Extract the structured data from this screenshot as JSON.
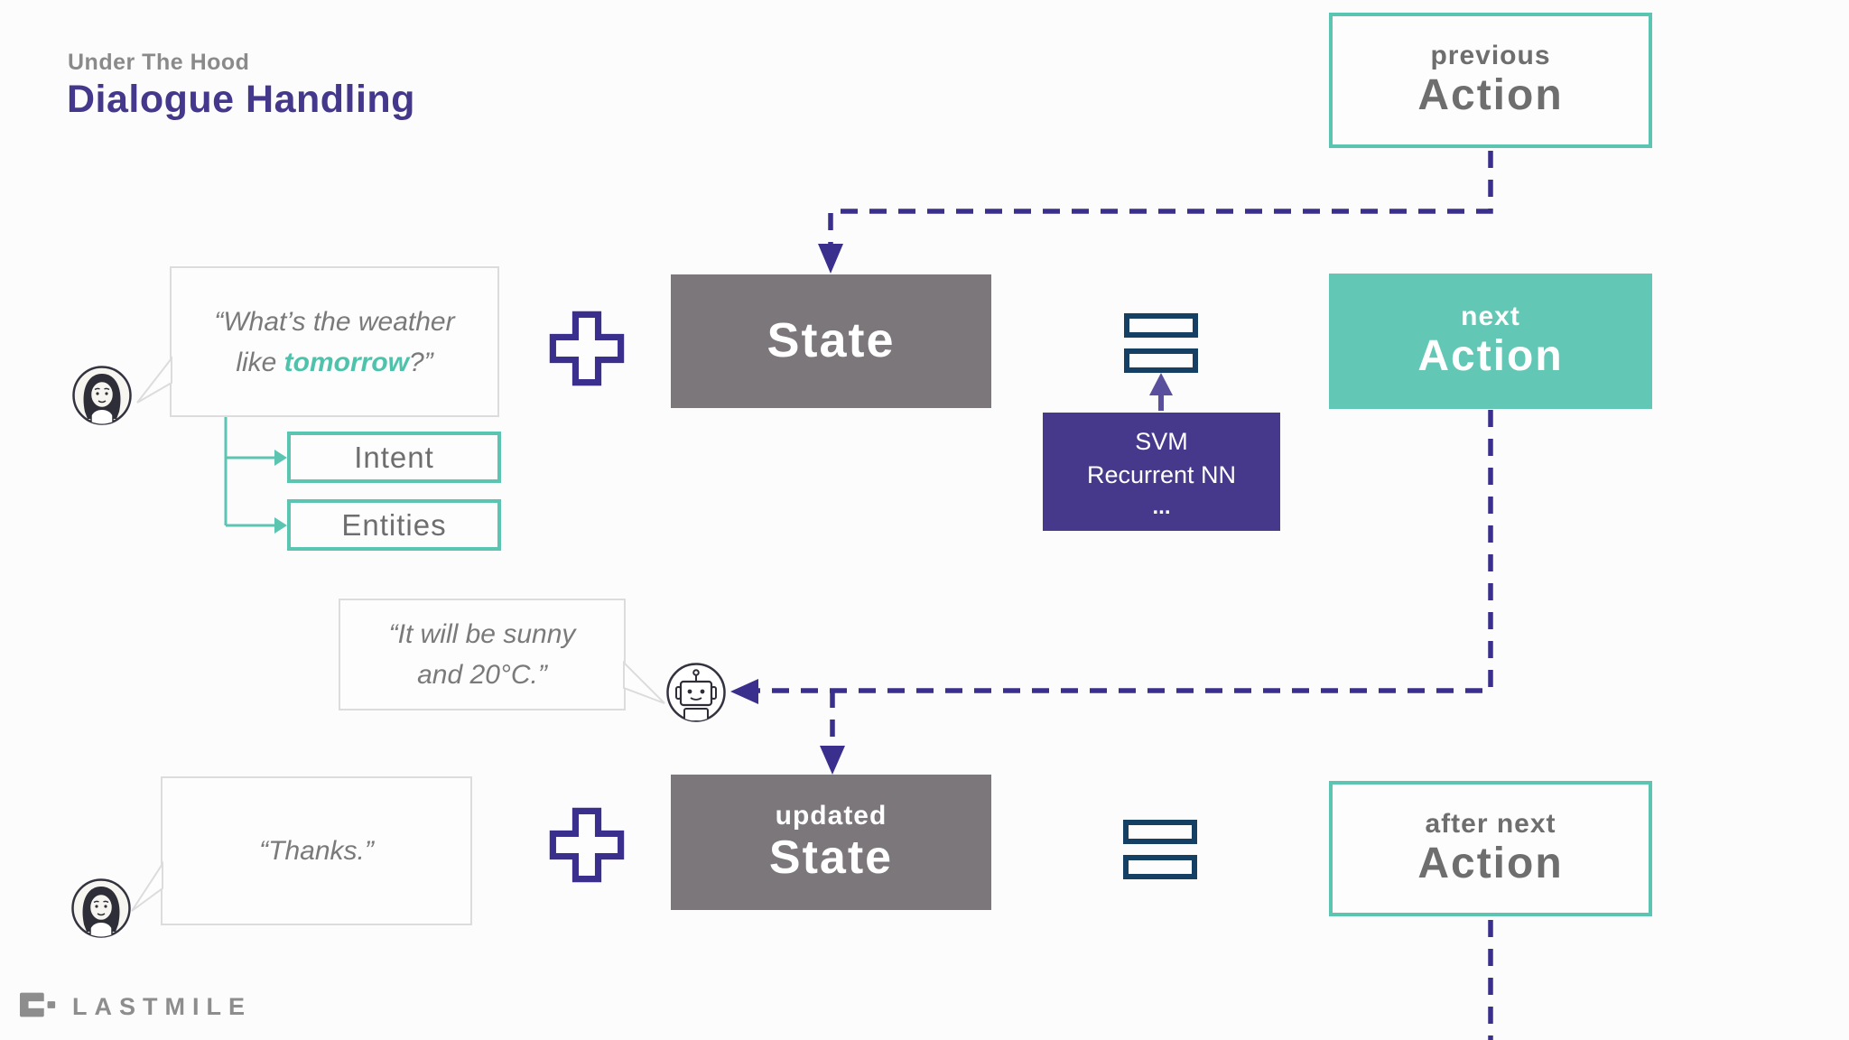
{
  "title": {
    "kicker": "Under The Hood",
    "heading": "Dialogue Handling"
  },
  "actions": {
    "previous": {
      "qualifier": "previous",
      "label": "Action"
    },
    "next": {
      "qualifier": "next",
      "label": "Action"
    },
    "after_next": {
      "qualifier": "after next",
      "label": "Action"
    }
  },
  "state": {
    "label": "State"
  },
  "updated_state": {
    "qualifier": "updated",
    "label": "State"
  },
  "model_box": {
    "line1": "SVM",
    "line2": "Recurrent NN",
    "line3": "..."
  },
  "nlu": {
    "intent": "Intent",
    "entities": "Entities"
  },
  "bubbles": {
    "user_question": {
      "line1": "“What’s the weather",
      "line2_pre": "like ",
      "line2_highlight": "tomorrow",
      "line2_post": "?”"
    },
    "bot_answer": {
      "line1": "“It will be sunny",
      "line2": "and 20°C.”"
    },
    "user_thanks": {
      "text": "“Thanks.”"
    }
  },
  "brand": {
    "name": "LASTMILE"
  },
  "colors": {
    "teal": "#5cc5b2",
    "teal_fill": "#62c7b5",
    "title_purple": "#43388c",
    "dash_purple": "#3a2f8d",
    "model_purple": "#46398b",
    "equals_navy": "#153f63",
    "state_gray": "#7b777b",
    "text_gray": "#6e6e6e"
  }
}
